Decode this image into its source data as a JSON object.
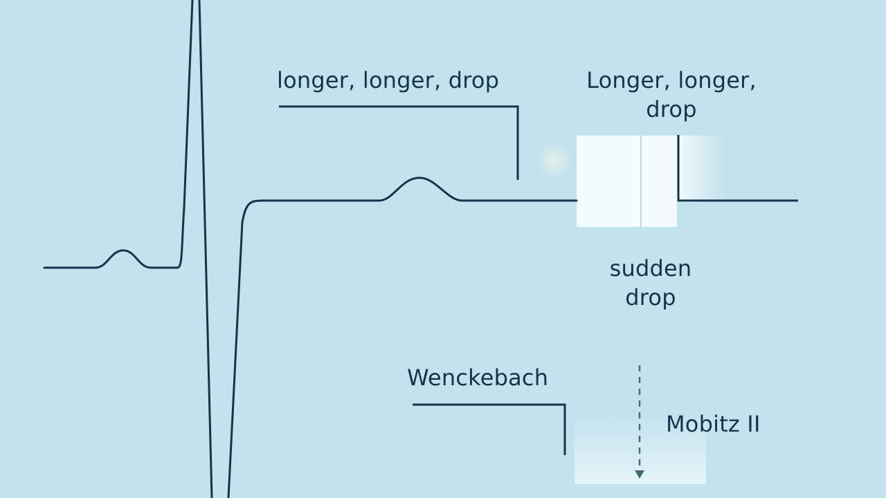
{
  "labels": {
    "longer_longer_drop_1": "longer, longer, drop",
    "longer_longer_drop_2": "Longer, longer, drop",
    "sudden_drop": "sudden drop",
    "wenckebach": "Wenckebach",
    "mobitz_ii": "Mobitz II"
  },
  "colors": {
    "background": "#c3e2ee",
    "line": "#12344a",
    "highlight": "#f4fbfd",
    "arrow": "#3d6e72"
  }
}
